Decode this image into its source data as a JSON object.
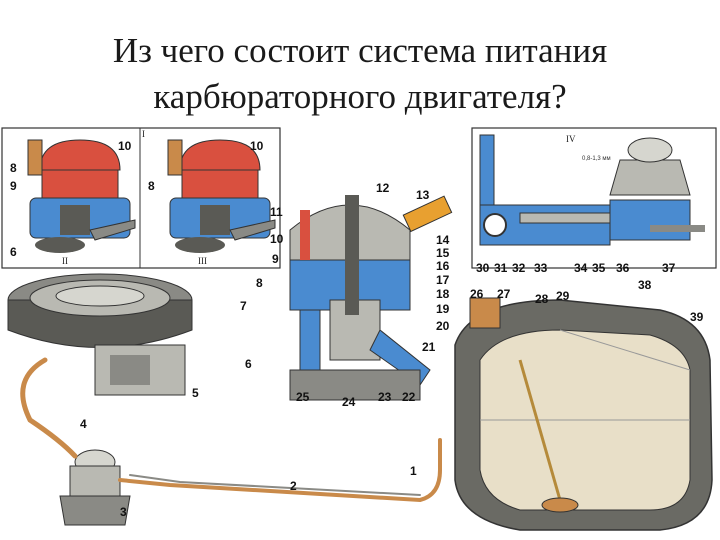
{
  "title": {
    "line1": "Из чего состоит система питания",
    "line2": "карбюраторного двигателя?"
  },
  "panels": {
    "roman": [
      "I",
      "II",
      "III",
      "IV"
    ],
    "small_note": "0,8-1,3 мм"
  },
  "callouts": [
    "1",
    "2",
    "3",
    "4",
    "5",
    "6",
    "7",
    "8",
    "9",
    "10",
    "11",
    "12",
    "13",
    "14",
    "15",
    "16",
    "17",
    "18",
    "19",
    "20",
    "21",
    "22",
    "23",
    "24",
    "25",
    "26",
    "27",
    "28",
    "29",
    "30",
    "31",
    "32",
    "33",
    "34",
    "35",
    "36",
    "37",
    "38",
    "39"
  ],
  "inset_callouts": {
    "left": [
      "8",
      "9",
      "6",
      "10"
    ],
    "middle": [
      "8",
      "10"
    ]
  },
  "colors": {
    "fuel_red": "#d9503f",
    "cut_blue": "#4a8bd0",
    "metal": "#b9b9b2",
    "dark_metal": "#5a5a55",
    "tube": "#c98a4a",
    "frame": "#333333"
  }
}
